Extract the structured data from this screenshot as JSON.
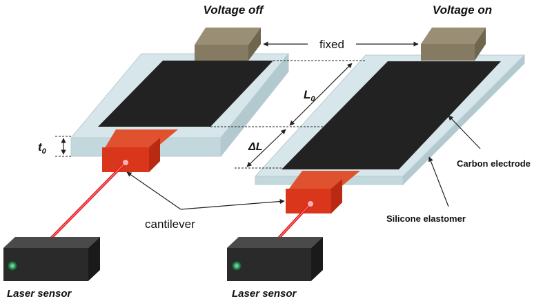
{
  "titles": {
    "left": "Voltage off",
    "right": "Voltage on"
  },
  "labels": {
    "fixed": "fixed",
    "l0_main": "L",
    "l0_sub": "0",
    "delta_l": "ΔL",
    "t0_main": "t",
    "t0_sub": "0",
    "carbon_electrode": "Carbon electrode",
    "silicone_elastomer": "Silicone elastomer",
    "cantilever": "cantilever",
    "laser_sensor_left": "Laser sensor",
    "laser_sensor_right": "Laser sensor"
  },
  "colors": {
    "elastomer_top": "#d6e6ea",
    "elastomer_side": "#bfd3d8",
    "electrode": "#222222",
    "clamp_top": "#8a7f66",
    "clamp_front": "#6f6650",
    "cantilever": "#d9361b",
    "laser_beam": "#e3151b",
    "sensor_body": "#2a2a2a",
    "sensor_led": "#2e8b57"
  },
  "icons": {
    "sensor_led": "led-indicator-icon"
  }
}
